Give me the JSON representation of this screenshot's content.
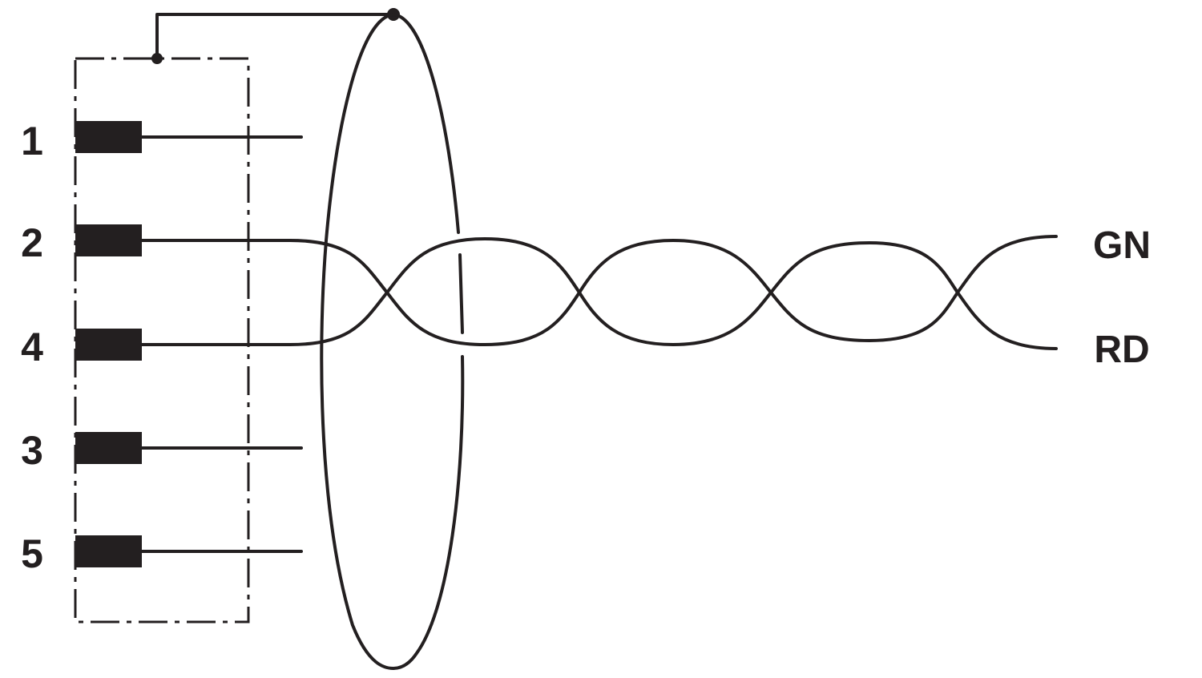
{
  "diagram": {
    "pins": [
      {
        "label": "1"
      },
      {
        "label": "2"
      },
      {
        "label": "4"
      },
      {
        "label": "3"
      },
      {
        "label": "5"
      }
    ],
    "wires": [
      {
        "label": "GN"
      },
      {
        "label": "RD"
      }
    ],
    "colors": {
      "ink": "#231f20",
      "background": "#ffffff"
    }
  }
}
